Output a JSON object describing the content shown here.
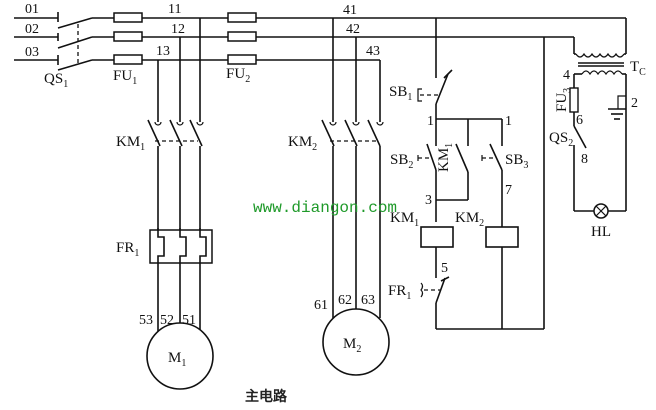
{
  "diagram": {
    "caption": "主电路",
    "watermark": "www.diangon.com",
    "colors": {
      "line": "#111111",
      "watermark": "#1f9a2a",
      "background": "#ffffff"
    },
    "inputs": [
      "01",
      "02",
      "03"
    ],
    "main_switch": {
      "name": "QS",
      "sub": "1"
    },
    "fuse1": {
      "name": "FU",
      "sub": "1"
    },
    "fuse2": {
      "name": "FU",
      "sub": "2"
    },
    "fuse3": {
      "name": "FU",
      "sub": "3"
    },
    "bus1_nodes": [
      "11",
      "12",
      "13"
    ],
    "bus2_nodes": [
      "41",
      "42",
      "43"
    ],
    "contactor1": {
      "name": "KM",
      "sub": "1"
    },
    "contactor2": {
      "name": "KM",
      "sub": "2"
    },
    "thermal_relay": {
      "name": "FR",
      "sub": "1"
    },
    "motor1": {
      "name": "M",
      "sub": "1",
      "terminals": [
        "53",
        "52",
        "51"
      ]
    },
    "motor2": {
      "name": "M",
      "sub": "2",
      "terminals": [
        "61",
        "62",
        "63"
      ]
    },
    "control": {
      "sb1": {
        "name": "SB",
        "sub": "1"
      },
      "sb2": {
        "name": "SB",
        "sub": "2"
      },
      "sb3": {
        "name": "SB",
        "sub": "3"
      },
      "km1_aux": {
        "name": "KM",
        "sub": "1"
      },
      "coil1": {
        "name": "KM",
        "sub": "1"
      },
      "coil2": {
        "name": "KM",
        "sub": "2"
      },
      "fr1_contact": {
        "name": "FR",
        "sub": "1"
      },
      "nodes": {
        "n1a": "1",
        "n1b": "1",
        "n3": "3",
        "n7": "7",
        "n5": "5"
      }
    },
    "lamp_circuit": {
      "transformer": {
        "name": "T",
        "sub": "C"
      },
      "switch": {
        "name": "QS",
        "sub": "2"
      },
      "lamp": "HL",
      "nodes": {
        "n4": "4",
        "n6": "6",
        "n8": "8",
        "n2": "2"
      }
    }
  }
}
